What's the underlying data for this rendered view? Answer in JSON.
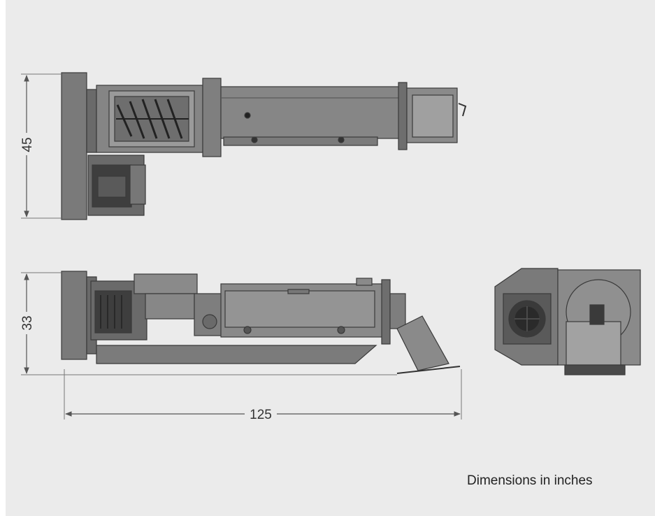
{
  "dimensions": {
    "top_view_height": "45",
    "side_view_height": "33",
    "overall_length": "125"
  },
  "caption": "Dimensions in inches",
  "colors": {
    "background": "#ebebeb",
    "machine_body": "#7d7d7d",
    "machine_dark": "#4a4a4a",
    "dimension_line": "#555555"
  }
}
